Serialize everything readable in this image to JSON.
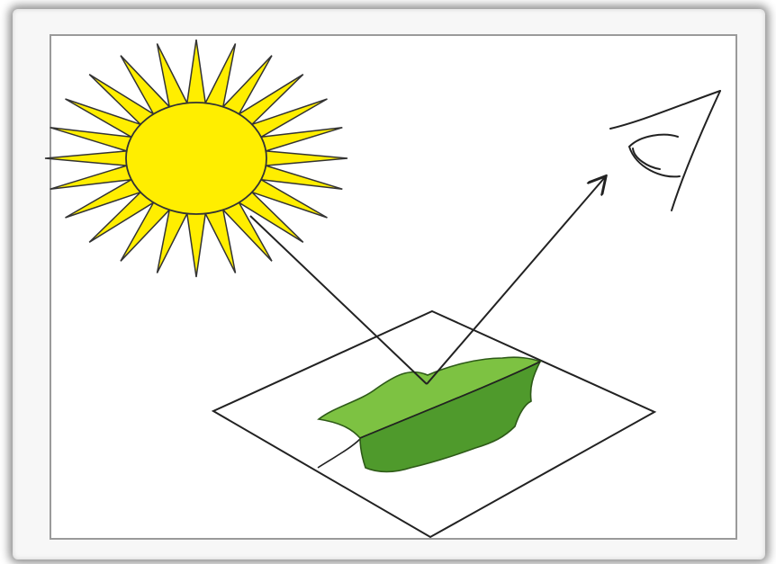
{
  "figure": {
    "elements": [
      "sun",
      "incident-light-ray",
      "leaf-on-plane",
      "reflected-light-ray",
      "eye"
    ],
    "colors": {
      "sun_fill": "#ffee00",
      "sun_outline": "#333333",
      "leaf_light": "#7dc242",
      "leaf_dark": "#4f9a2c",
      "leaf_outline": "#2e5a18",
      "line": "#222222",
      "frame_border": "#9a9a9a"
    },
    "icons": [
      "sun-icon",
      "leaf-icon",
      "eye-icon",
      "arrowhead-icon"
    ]
  }
}
